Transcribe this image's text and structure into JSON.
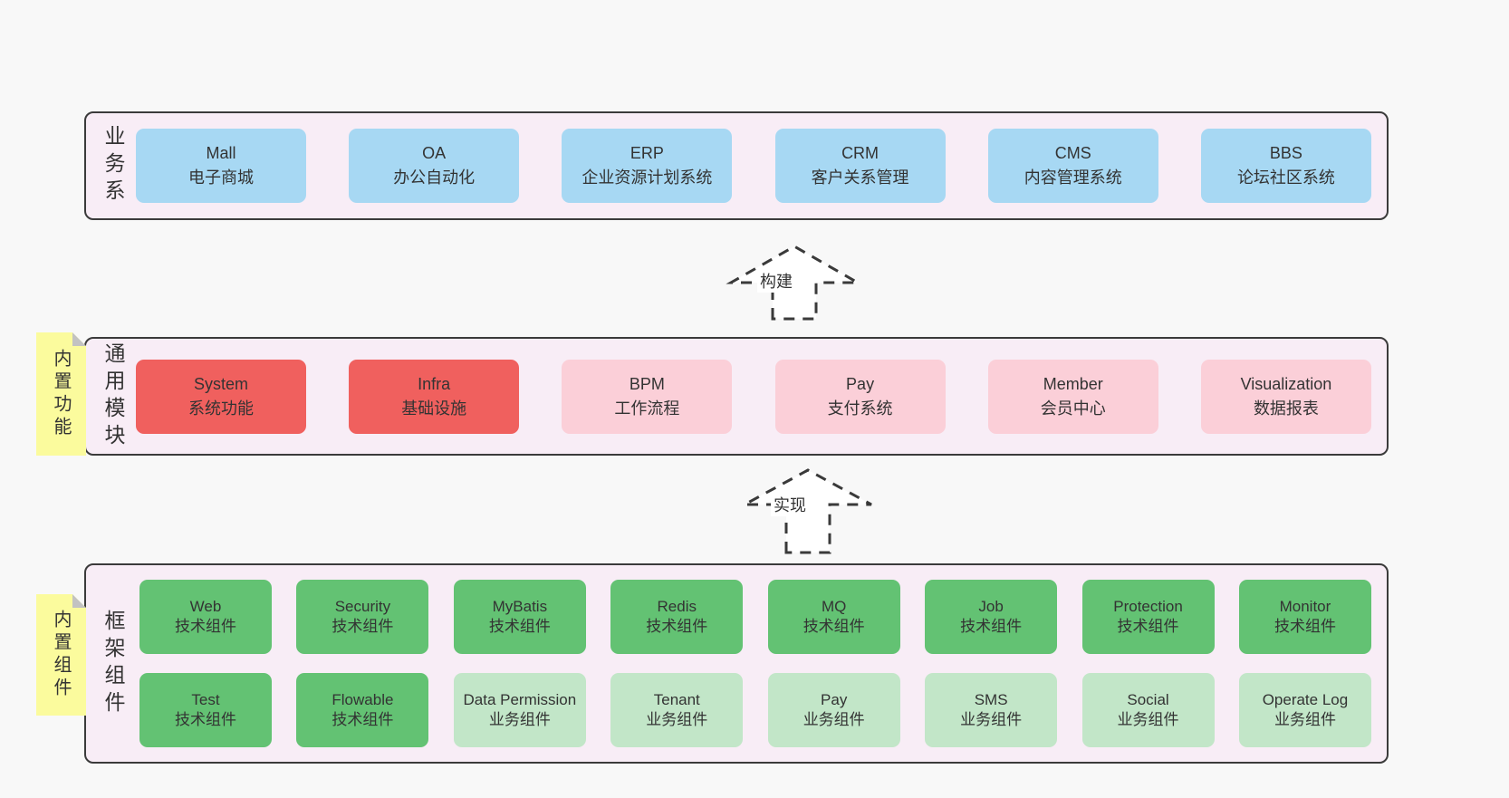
{
  "palette": {
    "page-bg": "#f8f8f8",
    "layer-bg": "#f8edf6",
    "layer-border": "#3b3b3b",
    "box-blue": "#a7d8f3",
    "box-red": "#f0605e",
    "box-pink": "#fbcfd8",
    "box-green": "#63c273",
    "box-lightgreen": "#c2e6c8",
    "note-yellow": "#fbfb9d",
    "note-fold": "#c2c2c2",
    "text": "#333333",
    "arrow-stroke": "#3a3a3a"
  },
  "layers": [
    {
      "label": "业务系统",
      "boxes": [
        {
          "en": "Mall",
          "zh": "电子商城"
        },
        {
          "en": "OA",
          "zh": "办公自动化"
        },
        {
          "en": "ERP",
          "zh": "企业资源计划系统"
        },
        {
          "en": "CRM",
          "zh": "客户关系管理"
        },
        {
          "en": "CMS",
          "zh": "内容管理系统"
        },
        {
          "en": "BBS",
          "zh": "论坛社区系统"
        }
      ]
    },
    {
      "label": "通用模块",
      "note": "内置功能",
      "boxes": [
        {
          "en": "System",
          "zh": "系统功能"
        },
        {
          "en": "Infra",
          "zh": "基础设施"
        },
        {
          "en": "BPM",
          "zh": "工作流程"
        },
        {
          "en": "Pay",
          "zh": "支付系统"
        },
        {
          "en": "Member",
          "zh": "会员中心"
        },
        {
          "en": "Visualization",
          "zh": "数据报表"
        }
      ]
    },
    {
      "label": "框架组件",
      "note": "内置组件",
      "rows": [
        [
          {
            "en": "Web",
            "zh": "技术组件"
          },
          {
            "en": "Security",
            "zh": "技术组件"
          },
          {
            "en": "MyBatis",
            "zh": "技术组件"
          },
          {
            "en": "Redis",
            "zh": "技术组件"
          },
          {
            "en": "MQ",
            "zh": "技术组件"
          },
          {
            "en": "Job",
            "zh": "技术组件"
          },
          {
            "en": "Protection",
            "zh": "技术组件"
          },
          {
            "en": "Monitor",
            "zh": "技术组件"
          }
        ],
        [
          {
            "en": "Test",
            "zh": "技术组件"
          },
          {
            "en": "Flowable",
            "zh": "技术组件"
          },
          {
            "en": "Data Permission",
            "zh": "业务组件"
          },
          {
            "en": "Tenant",
            "zh": "业务组件"
          },
          {
            "en": "Pay",
            "zh": "业务组件"
          },
          {
            "en": "SMS",
            "zh": "业务组件"
          },
          {
            "en": "Social",
            "zh": "业务组件"
          },
          {
            "en": "Operate Log",
            "zh": "业务组件"
          }
        ]
      ]
    }
  ],
  "arrows": [
    {
      "label": "构建"
    },
    {
      "label": "实现"
    }
  ]
}
